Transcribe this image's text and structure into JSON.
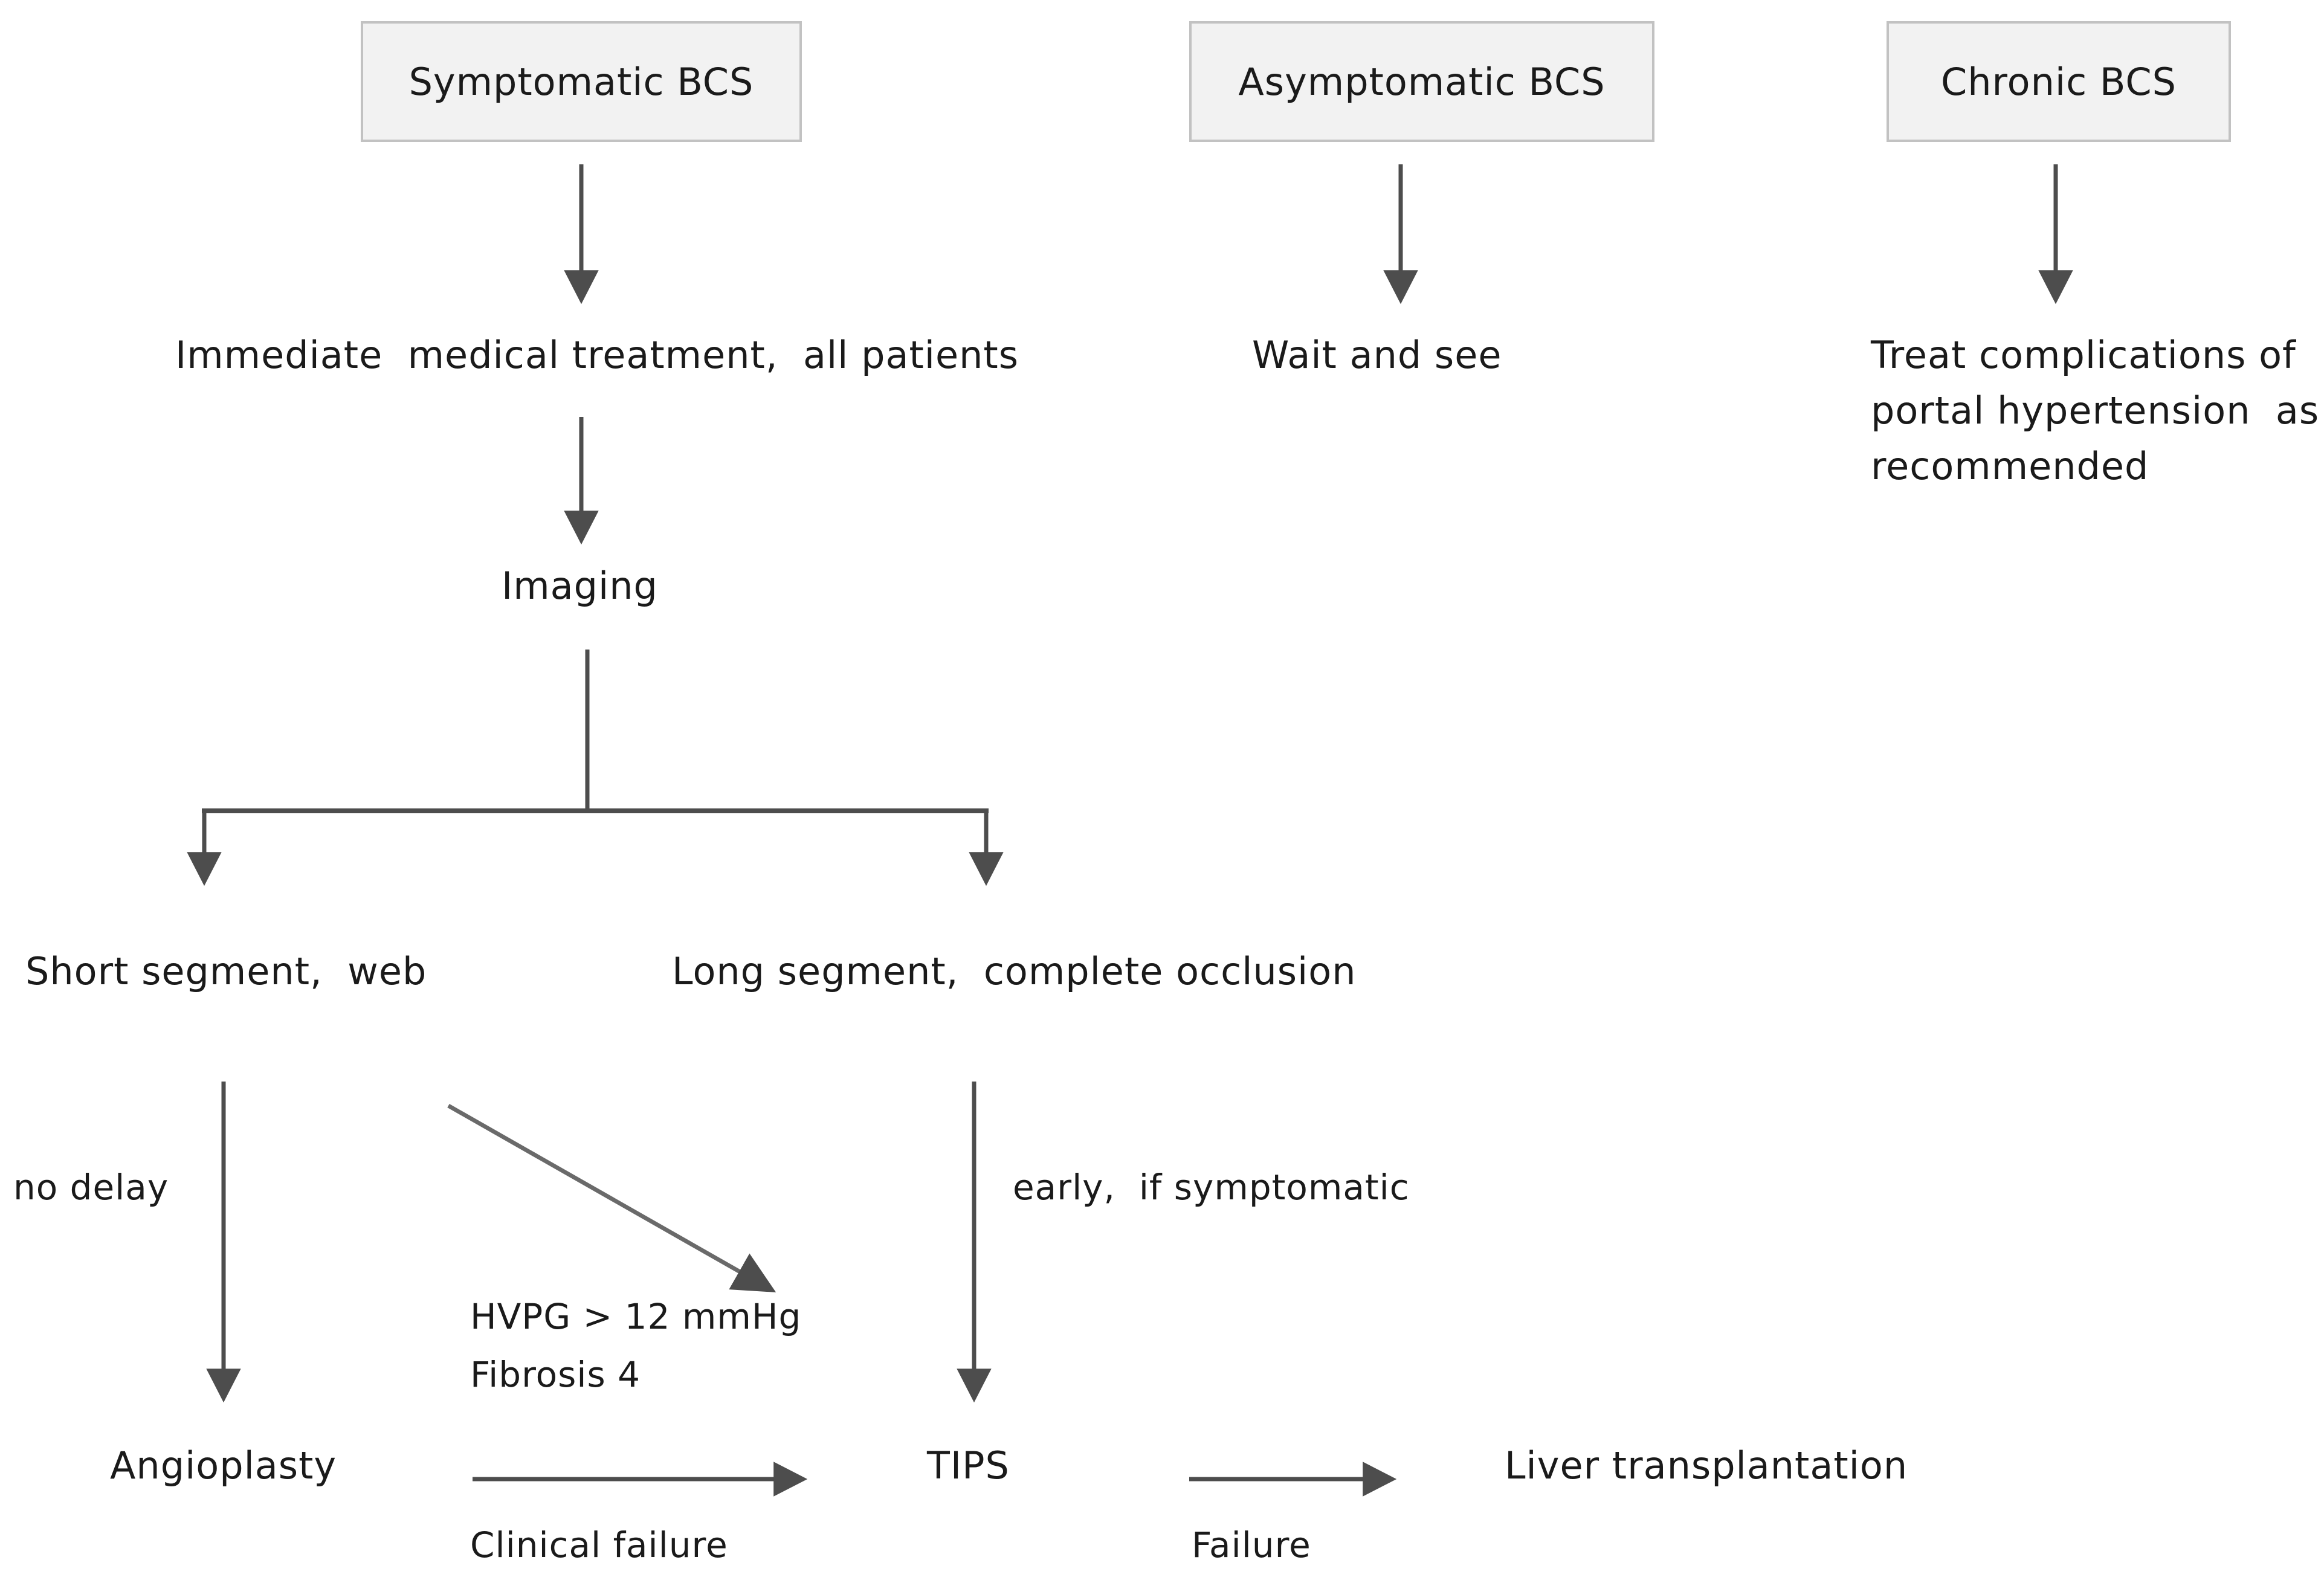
{
  "diagram": {
    "title": "Budd-Chiari syndrome treatment algorithm",
    "colors": {
      "background": "#ffffff",
      "box_fill": "#f2f2f2",
      "box_border": "#c2c2c2",
      "text": "#1a1a1a",
      "arrow": "#4d4d4d"
    },
    "columns": [
      {
        "id": "symptomatic",
        "header": "Symptomatic BCS"
      },
      {
        "id": "asymptomatic",
        "header": "Asymptomatic BCS"
      },
      {
        "id": "chronic",
        "header": "Chronic BCS"
      }
    ],
    "nodes": {
      "symptomatic_box": "Symptomatic BCS",
      "asymptomatic_box": "Asymptomatic BCS",
      "chronic_box": "Chronic BCS",
      "immediate_treatment": "Immediate  medical treatment,  all patients",
      "wait_and_see": "Wait and see",
      "chronic_treatment_line1": "Treat complications of",
      "chronic_treatment_line2": "portal hypertension  as",
      "chronic_treatment_line3": "recommended",
      "imaging": "Imaging",
      "short_segment": "Short segment,  web",
      "long_segment": "Long segment,  complete occlusion",
      "angioplasty": "Angioplasty",
      "tips": "TIPS",
      "liver_transplantation": "Liver transplantation"
    },
    "edge_labels": {
      "no_delay": "no delay",
      "hvpg_line1": "HVPG > 12 mmHg",
      "hvpg_line2": "Fibrosis 4",
      "early_if_symptomatic": "early,  if symptomatic",
      "clinical_failure": "Clinical failure",
      "failure": "Failure"
    },
    "edges": [
      {
        "from": "symptomatic_box",
        "to": "immediate_treatment",
        "label": ""
      },
      {
        "from": "asymptomatic_box",
        "to": "wait_and_see",
        "label": ""
      },
      {
        "from": "chronic_box",
        "to": "chronic_treatment",
        "label": ""
      },
      {
        "from": "immediate_treatment",
        "to": "imaging",
        "label": ""
      },
      {
        "from": "imaging",
        "to": "short_segment",
        "label": ""
      },
      {
        "from": "imaging",
        "to": "long_segment",
        "label": ""
      },
      {
        "from": "short_segment",
        "to": "angioplasty",
        "label": "no delay"
      },
      {
        "from": "short_segment",
        "to": "hvpg_criteria",
        "label": "HVPG > 12 mmHg / Fibrosis 4"
      },
      {
        "from": "long_segment",
        "to": "tips",
        "label": "early,  if symptomatic"
      },
      {
        "from": "angioplasty",
        "to": "tips",
        "label": "Clinical failure"
      },
      {
        "from": "tips",
        "to": "liver_transplantation",
        "label": "Failure"
      }
    ]
  }
}
